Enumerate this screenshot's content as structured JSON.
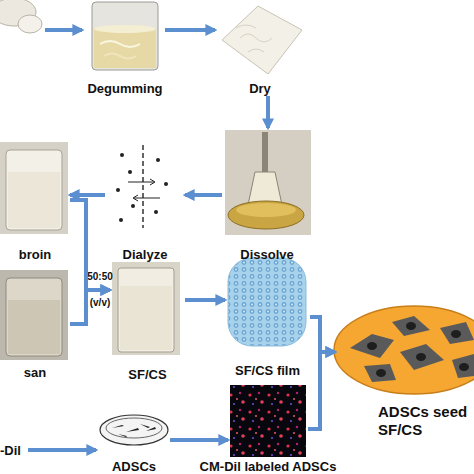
{
  "diagram": {
    "nodes": [
      {
        "text": [
          "Degumming"
        ]
      },
      {
        "text": [
          "Dry"
        ]
      },
      {
        "text": [
          "Dissolve"
        ]
      },
      {
        "text": [
          "Dialyze"
        ]
      },
      {
        "text": [
          "broin"
        ]
      },
      {
        "text": [
          "san"
        ]
      },
      {
        "text": [
          "SF/CS"
        ]
      },
      {
        "text": [
          "SF/CS film"
        ]
      },
      {
        "text": [
          "ADSCs"
        ]
      },
      {
        "text": [
          "CM-Dil labeled ADSCs"
        ]
      },
      {
        "text": [
          "ADSCs seed SF/CS"
        ]
      }
    ],
    "edges": [
      {
        "from": 0,
        "to": 1,
        "arrow": "to"
      },
      {
        "from": 1,
        "to": 2,
        "arrow": "to"
      },
      {
        "from": 2,
        "to": 3,
        "arrow": "to"
      },
      {
        "from": 3,
        "to": 4,
        "arrow": "to"
      },
      {
        "from": 4,
        "to": 6,
        "label": "50:50 (v/v)",
        "arrow": "to"
      },
      {
        "from": 5,
        "to": 6,
        "arrow": "to"
      },
      {
        "from": 6,
        "to": 7,
        "arrow": "to"
      },
      {
        "from": 7,
        "to": 10,
        "arrow": "to"
      },
      {
        "from": 9,
        "to": 10,
        "arrow": "to"
      },
      {
        "from": 8,
        "to": 9,
        "arrow": "to"
      }
    ],
    "labels": [
      "-Dil"
    ]
  }
}
